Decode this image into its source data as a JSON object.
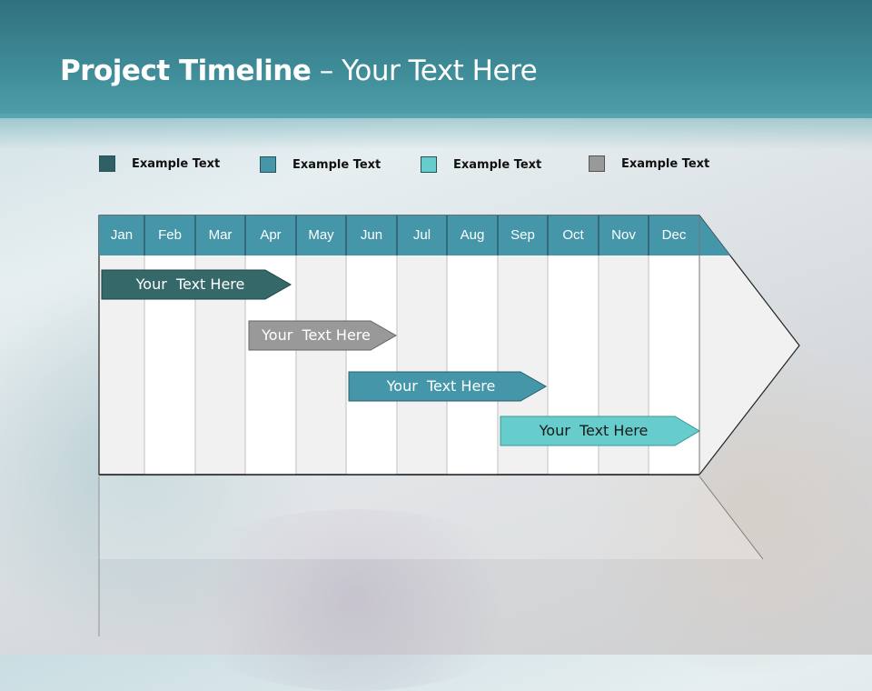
{
  "slide": {
    "title_bold": "Project Timeline",
    "title_rest": " – Your Text Here"
  },
  "legend": [
    {
      "label": "Example Text",
      "color": "#2f6066"
    },
    {
      "label": "Example Text",
      "color": "#4596a8"
    },
    {
      "label": "Example Text",
      "color": "#66cccc"
    },
    {
      "label": "Example Text",
      "color": "#999999"
    }
  ],
  "timeline": {
    "months": [
      "Jan",
      "Feb",
      "Mar",
      "Apr",
      "May",
      "Jun",
      "Jul",
      "Aug",
      "Sep",
      "Oct",
      "Nov",
      "Dec"
    ],
    "header_color": "#4596a8",
    "tasks": [
      {
        "label": "Your  Text Here",
        "start": "Jan",
        "end": "Apr",
        "color": "#356868",
        "text_color": "#ffffff"
      },
      {
        "label": "Your  Text Here",
        "start": "Apr",
        "end": "Jun",
        "color": "#999999",
        "text_color": "#ffffff"
      },
      {
        "label": "Your  Text Here",
        "start": "Jun",
        "end": "Sep",
        "color": "#4596a8",
        "text_color": "#ffffff"
      },
      {
        "label": "Your  Text Here",
        "start": "Sep",
        "end": "Dec",
        "color": "#66cccc",
        "text_color": "#1a1a1a"
      }
    ]
  }
}
